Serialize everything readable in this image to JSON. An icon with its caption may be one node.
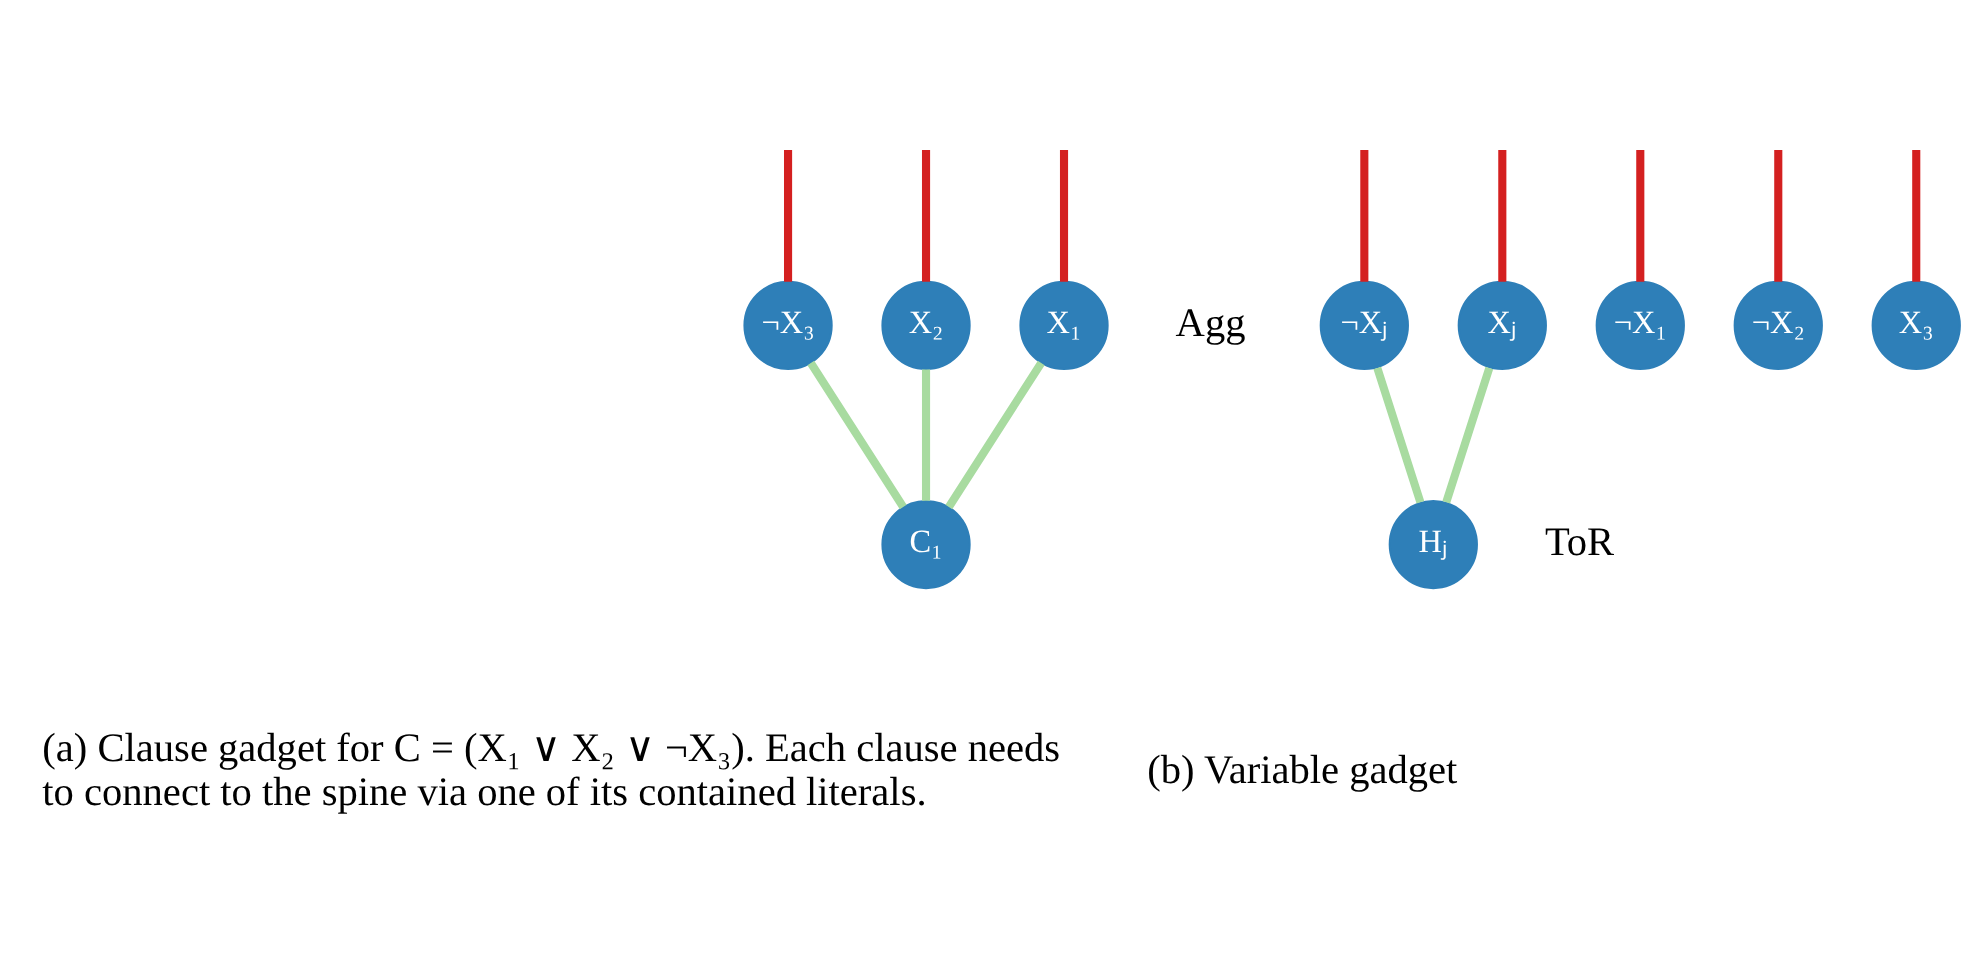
{
  "diagram": {
    "nodes": [
      {
        "text": [
          "X₁"
        ]
      },
      {
        "text": [
          "¬X₁"
        ]
      },
      {
        "text": [
          "X₂"
        ]
      },
      {
        "text": [
          "¬X₂"
        ]
      },
      {
        "text": [
          "X₃"
        ]
      },
      {
        "text": [
          "¬X₃"
        ]
      },
      {
        "text": [
          "C₁"
        ]
      },
      {
        "text": [
          "Xⱼ"
        ]
      },
      {
        "text": [
          "¬Xⱼ"
        ]
      },
      {
        "text": [
          "Hⱼ"
        ]
      }
    ],
    "edges": [
      {
        "from": null,
        "to": 0,
        "arrow": "none",
        "color": "#d42020"
      },
      {
        "from": null,
        "to": 1,
        "arrow": "none",
        "color": "#d42020"
      },
      {
        "from": null,
        "to": 2,
        "arrow": "none",
        "color": "#d42020"
      },
      {
        "from": null,
        "to": 3,
        "arrow": "none",
        "color": "#d42020"
      },
      {
        "from": null,
        "to": 4,
        "arrow": "none",
        "color": "#d42020"
      },
      {
        "from": null,
        "to": 5,
        "arrow": "none",
        "color": "#d42020"
      },
      {
        "from": null,
        "to": 7,
        "arrow": "none",
        "color": "#d42020"
      },
      {
        "from": null,
        "to": 8,
        "arrow": "none",
        "color": "#d42020"
      },
      {
        "from": 0,
        "to": 6,
        "arrow": "none",
        "color": "#a8dba0"
      },
      {
        "from": 2,
        "to": 6,
        "arrow": "none",
        "color": "#a8dba0"
      },
      {
        "from": 5,
        "to": 6,
        "arrow": "none",
        "color": "#a8dba0"
      },
      {
        "from": 7,
        "to": 9,
        "arrow": "none",
        "color": "#a8dba0"
      },
      {
        "from": 8,
        "to": 9,
        "arrow": "none",
        "color": "#a8dba0"
      }
    ],
    "labels": [
      "Agg",
      "ToR",
      "(a) Clause gadget for C = (X₁ ∨ X₂ ∨ ¬X₃). Each clause needs to connect to the spine via one of its contained literals.",
      "(b) Variable gadget"
    ]
  }
}
